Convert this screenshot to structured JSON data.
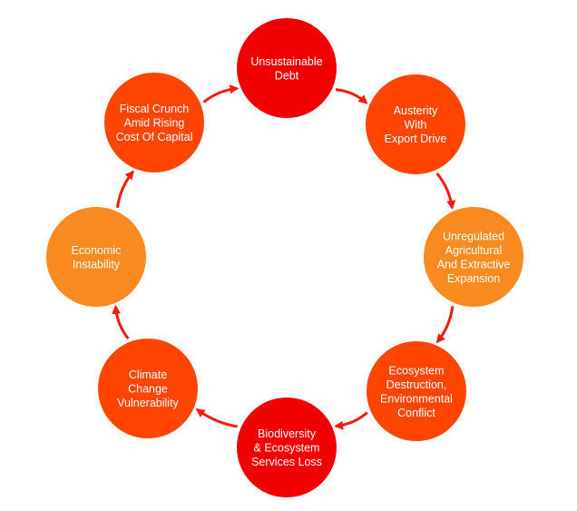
{
  "diagram": {
    "title": "Debt-Nature Vicious Cycle",
    "colors": {
      "red": "#f00000",
      "orange_red": "#ff4500",
      "orange": "#f98a20",
      "arrow": "#f01c0c",
      "text": "#ffffff"
    },
    "nodes": [
      {
        "id": "unsustainable-debt",
        "lines": [
          "Unsustainable",
          "Debt"
        ],
        "color": "red"
      },
      {
        "id": "austerity-export-drive",
        "lines": [
          "Austerity",
          "With",
          "Export Drive"
        ],
        "color": "orange_red"
      },
      {
        "id": "unregulated-expansion",
        "lines": [
          "Unregulated",
          "Agricultural",
          "And Extractive",
          "Expansion"
        ],
        "color": "orange"
      },
      {
        "id": "ecosystem-destruction",
        "lines": [
          "Ecosystem",
          "Destruction,",
          "Environmental",
          "Conflict"
        ],
        "color": "orange_red"
      },
      {
        "id": "biodiversity-loss",
        "lines": [
          "Biodiversity",
          "& Ecosystem",
          "Services Loss"
        ],
        "color": "red"
      },
      {
        "id": "climate-vulnerability",
        "lines": [
          "Climate",
          "Change",
          "Vulnerability"
        ],
        "color": "orange_red"
      },
      {
        "id": "economic-instability",
        "lines": [
          "Economic",
          "Instability"
        ],
        "color": "orange"
      },
      {
        "id": "fiscal-crunch",
        "lines": [
          "Fiscal Crunch",
          "Amid Rising",
          "Cost Of Capital"
        ],
        "color": "orange_red"
      }
    ],
    "edges": [
      {
        "from": 0,
        "to": 1
      },
      {
        "from": 1,
        "to": 2
      },
      {
        "from": 2,
        "to": 3
      },
      {
        "from": 3,
        "to": 4
      },
      {
        "from": 4,
        "to": 5
      },
      {
        "from": 5,
        "to": 6
      },
      {
        "from": 6,
        "to": 7
      },
      {
        "from": 7,
        "to": 0
      }
    ]
  }
}
